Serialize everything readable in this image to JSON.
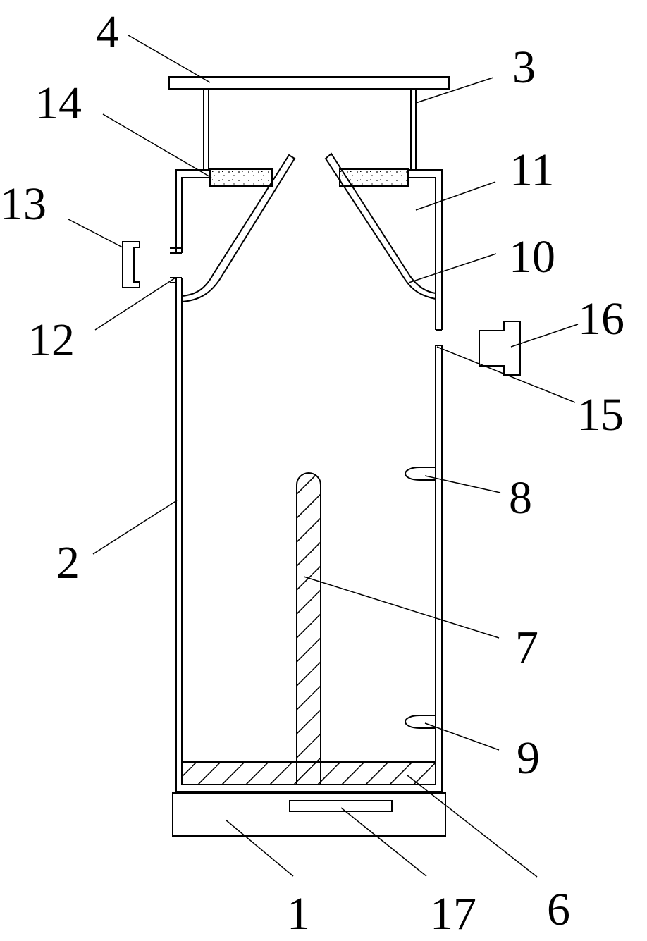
{
  "labels": {
    "l1": "1",
    "l2": "2",
    "l3": "3",
    "l4": "4",
    "l6": "6",
    "l7": "7",
    "l8": "8",
    "l9": "9",
    "l10": "10",
    "l11": "11",
    "l12": "12",
    "l13": "13",
    "l14": "14",
    "l15": "15",
    "l16": "16",
    "l17": "17"
  }
}
